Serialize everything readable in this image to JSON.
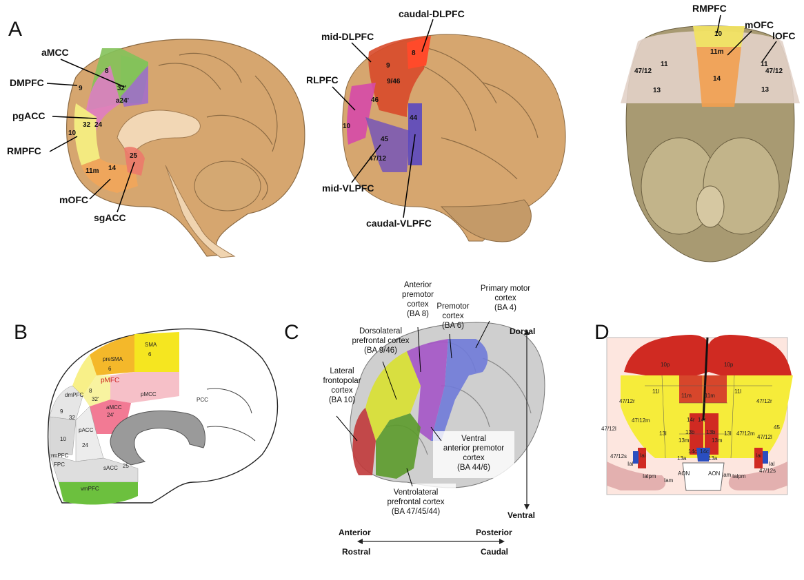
{
  "panel_labels": {
    "a": "A",
    "b": "B",
    "c": "C",
    "d": "D"
  },
  "panel_a": {
    "medial": {
      "callouts": [
        "aMCC",
        "DMPFC",
        "pgACC",
        "RMPFC",
        "mOFC",
        "sgACC"
      ],
      "areas": {
        "a8": "8",
        "a9": "9",
        "a32p": "32'",
        "a24p": "a24'",
        "a32": "32",
        "a24": "24",
        "a10": "10",
        "a25": "25",
        "a11m": "11m",
        "a14": "14"
      }
    },
    "lateral": {
      "callouts": [
        "caudal-DLPFC",
        "mid-DLPFC",
        "RLPFC",
        "mid-VLPFC",
        "caudal-VLPFC"
      ],
      "areas": {
        "a8": "8",
        "a9": "9",
        "a946": "9/46",
        "a46": "46",
        "a10": "10",
        "a44": "44",
        "a45": "45",
        "a4712": "47/12"
      }
    },
    "ventral": {
      "callouts": [
        "RMPFC",
        "mOFC",
        "lOFC"
      ],
      "areas": {
        "a10": "10",
        "a11m": "11m",
        "a14": "14",
        "a11l": "11",
        "a11r": "11",
        "a4712l": "47/12",
        "a4712r": "47/12",
        "a13l": "13",
        "a13r": "13"
      }
    }
  },
  "panel_b": {
    "areas": {
      "sma": "SMA",
      "sma6": "6",
      "presma": "preSMA",
      "presma6": "6",
      "pmfc": "pMFC",
      "dmpfc": "dmPFC",
      "a8": "8",
      "a9": "9",
      "a32p": "32'",
      "amcc": "aMCC",
      "a24p": "24'",
      "pmcc": "pMCC",
      "pcc": "PCC",
      "pacc": "pACC",
      "a32": "32",
      "a24": "24",
      "a10": "10",
      "rmpfc": "rmPFC",
      "fpc": "FPC",
      "sacc": "sACC",
      "a25": "25",
      "vmpfc": "vmPFC"
    }
  },
  "panel_c": {
    "labels": {
      "lateral_fp": [
        "Lateral",
        "frontopolar",
        "cortex",
        "(BA 10)"
      ],
      "dlpfc": [
        "Dorsolateral",
        "prefrontal cortex",
        "(BA 9/46)"
      ],
      "ant_premotor": [
        "Anterior",
        "premotor",
        "cortex",
        "(BA 8)"
      ],
      "premotor": [
        "Premotor",
        "cortex",
        "(BA 6)"
      ],
      "primary_motor": [
        "Primary motor",
        "cortex",
        "(BA 4)"
      ],
      "ventral_ant_premotor": [
        "Ventral",
        "anterior premotor",
        "cortex",
        "(BA 44/6)"
      ],
      "vlpfc": [
        "Ventrolateral",
        "prefrontal cortex",
        "(BA 47/45/44)"
      ]
    },
    "axes": {
      "dorsal": "Dorsal",
      "ventral": "Ventral",
      "anterior": "Anterior",
      "rostral": "Rostral",
      "posterior": "Posterior",
      "caudal": "Caudal"
    }
  },
  "panel_d": {
    "areas": {
      "a10pl": "10p",
      "a10pr": "10p",
      "a11ll": "11l",
      "a11lr": "11l",
      "a11ml": "11m",
      "a11mr": "11m",
      "a4712rl": "47/12r",
      "a4712rr": "47/12r",
      "a4712ml": "47/12m",
      "a4712mr": "47/12m",
      "a4712ll": "47/12l",
      "a4712lr": "47/12l",
      "a4712sl": "47/12s",
      "a4712sr": "47/12s",
      "a45": "45",
      "a13ll": "13l",
      "a13lr": "13l",
      "a13ml": "13m",
      "a13mr": "13m",
      "a13bl": "13b",
      "a13br": "13b",
      "a13al": "13a",
      "a13ar": "13a",
      "a14rl": "14r",
      "a14rr": "14r",
      "a14cl": "14c",
      "a14cr": "14c",
      "iail": "Iai",
      "iair": "Iai",
      "ialpl": "Ialpm",
      "ialpr": "Ialpm",
      "iaml": "Iam",
      "iamr": "Iam",
      "iall": "Ial",
      "ialr": "Ial",
      "aonl": "AON",
      "aonr": "AON"
    }
  }
}
